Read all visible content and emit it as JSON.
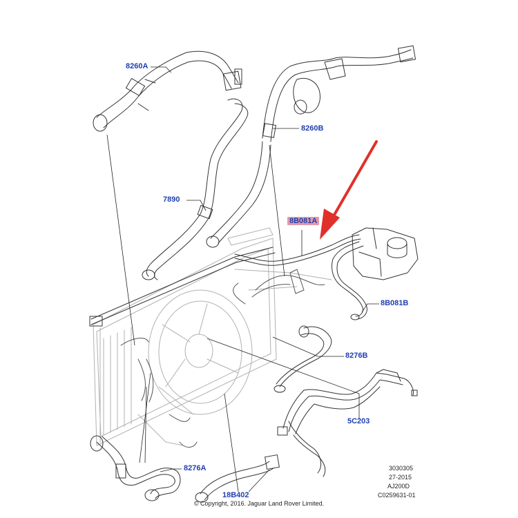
{
  "labels": {
    "hose_8260A": "8260A",
    "hose_8260B": "8260B",
    "hose_7890": "7890",
    "hose_8B081A": "8B081A",
    "hose_8B081B": "8B081B",
    "hose_8276B": "8276B",
    "hose_5C203": "5C203",
    "hose_8276A": "8276A",
    "hose_18B402": "18B402"
  },
  "reference": {
    "line1": "3030305",
    "line2": "27-2015",
    "line3": "AJ200D",
    "line4": "C0259631-01"
  },
  "copyright": "© Copyright, 2016. Jaguar Land Rover Limited.",
  "colors": {
    "line": "#333333",
    "callout_text": "#1f3fb0",
    "highlight": "#e39aa7",
    "arrow": "#e0302a"
  }
}
